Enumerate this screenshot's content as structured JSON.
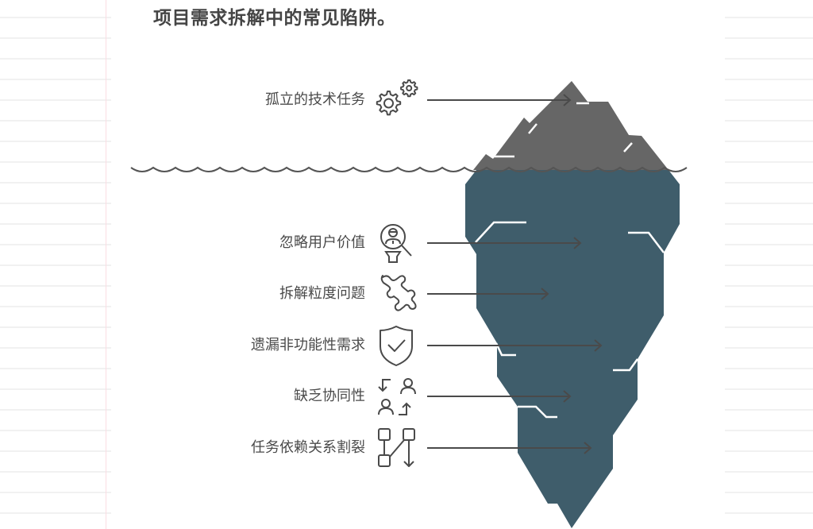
{
  "title": "项目需求拆解中的常见陷阱。",
  "colors": {
    "above_water": "#666666",
    "below_water": "#3f5d6b",
    "line": "#4a4a4a",
    "text": "#4a4a4a",
    "highlight": "#ffffff"
  },
  "iceberg": {
    "tip_label": "孤立的技术任务",
    "tip_icon": "gears-icon"
  },
  "items": [
    {
      "label": "孤立的技术任务",
      "icon": "gears-icon",
      "zone": "above_water"
    },
    {
      "label": "忽略用户价值",
      "icon": "user-search-icon",
      "zone": "below_water"
    },
    {
      "label": "拆解粒度问题",
      "icon": "puzzle-piece-icon",
      "zone": "below_water"
    },
    {
      "label": "遗漏非功能性需求",
      "icon": "shield-check-icon",
      "zone": "below_water"
    },
    {
      "label": "缺乏协同性",
      "icon": "user-swap-icon",
      "zone": "below_water"
    },
    {
      "label": "任务依赖关系割裂",
      "icon": "flow-split-icon",
      "zone": "below_water"
    }
  ]
}
